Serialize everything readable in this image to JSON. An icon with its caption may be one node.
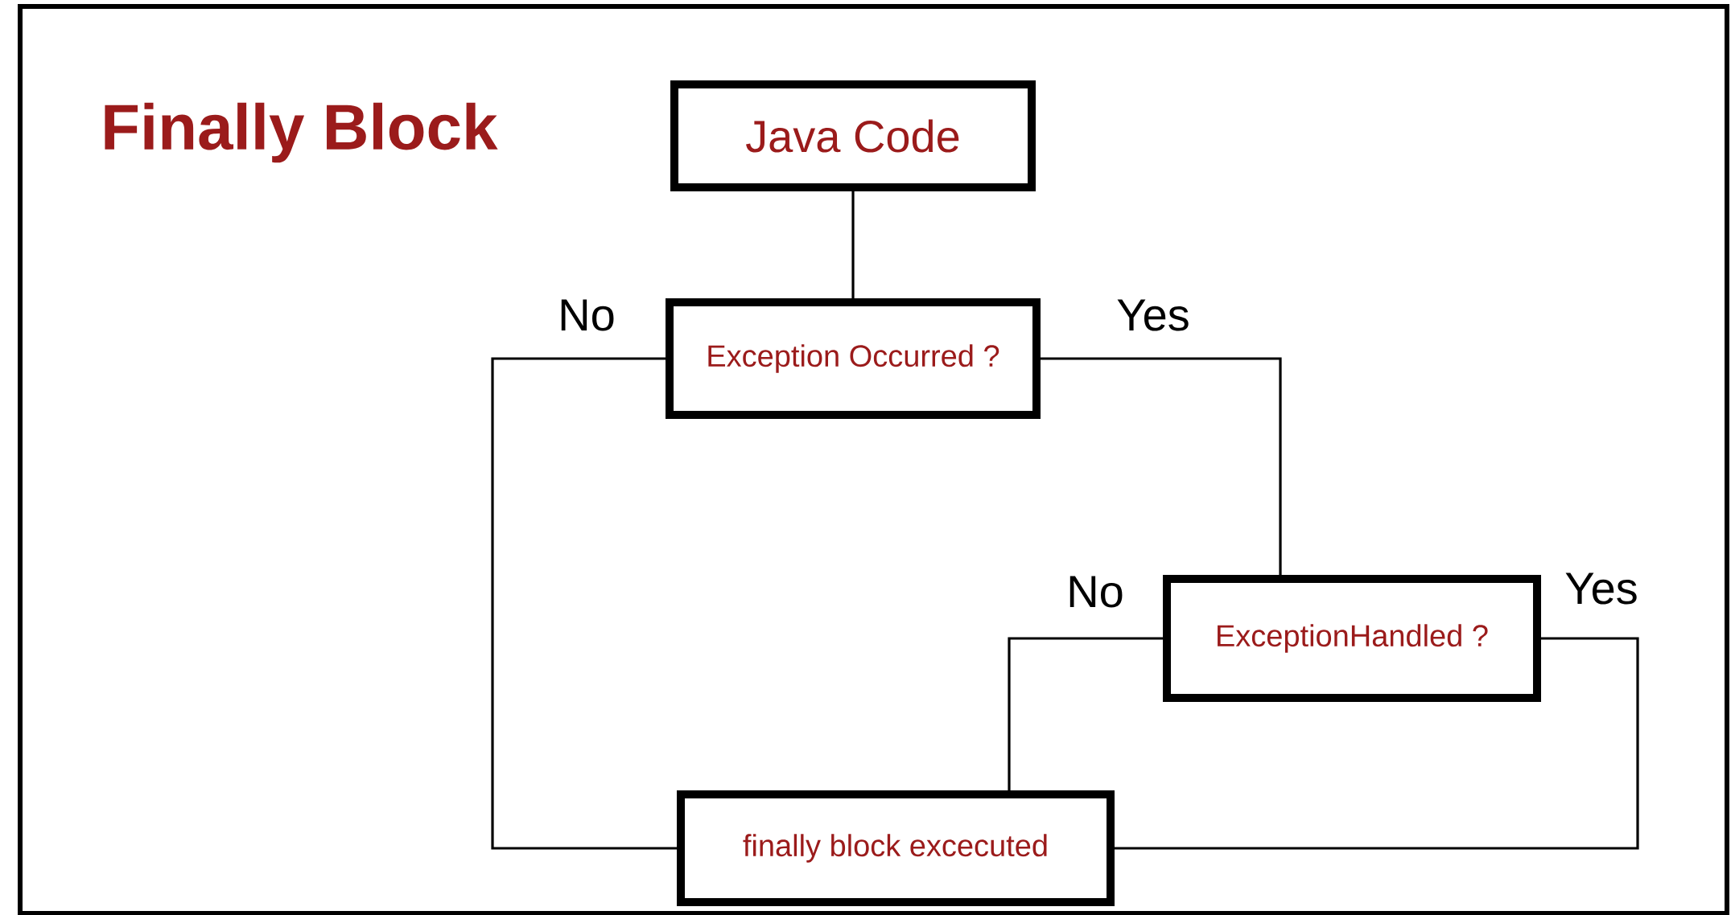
{
  "diagram": {
    "title": "Finally Block",
    "nodes": [
      {
        "text": [
          "Java Code"
        ]
      },
      {
        "text": [
          "Exception Occurred ?"
        ]
      },
      {
        "text": [
          "ExceptionHandled ?"
        ]
      },
      {
        "text": [
          "finally block excecuted"
        ]
      }
    ],
    "edges": [
      {
        "from": 0,
        "to": 1,
        "arrow": "none"
      },
      {
        "from": 1,
        "to": 3,
        "arrow": "none",
        "label": "No"
      },
      {
        "from": 1,
        "to": 2,
        "arrow": "none",
        "label": "Yes"
      },
      {
        "from": 2,
        "to": 3,
        "arrow": "none",
        "label": "No"
      },
      {
        "from": 2,
        "to": 3,
        "arrow": "none",
        "label": "Yes"
      }
    ]
  }
}
